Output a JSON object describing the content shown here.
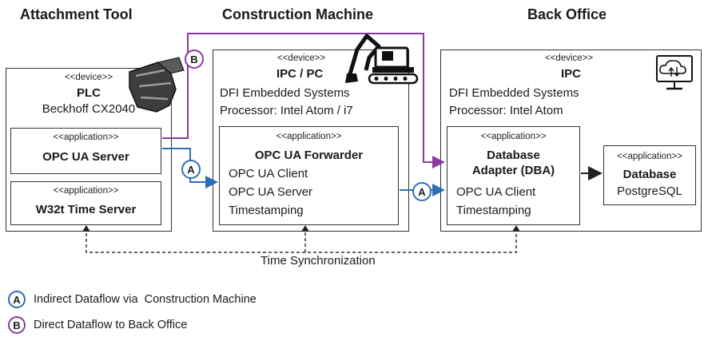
{
  "columns": {
    "attachment": "Attachment Tool",
    "machine": "Construction Machine",
    "office": "Back Office"
  },
  "plc": {
    "stereotype": "<<device>>",
    "name": "PLC",
    "model": "Beckhoff CX2040",
    "opc_server": {
      "stereotype": "<<application>>",
      "name": "OPC UA Server"
    },
    "time_server": {
      "stereotype": "<<application>>",
      "name": "W32t Time Server"
    }
  },
  "ipc_pc": {
    "stereotype": "<<device>>",
    "name": "IPC / PC",
    "vendor": "DFI Embedded Systems",
    "processor": "Processor: Intel Atom / i7",
    "forwarder": {
      "stereotype": "<<application>>",
      "name": "OPC UA Forwarder",
      "lines": [
        "OPC UA Client",
        "OPC UA Server",
        "Timestamping"
      ]
    }
  },
  "ipc": {
    "stereotype": "<<device>>",
    "name": "IPC",
    "vendor": "DFI Embedded Systems",
    "processor": "Processor: Intel Atom",
    "dba": {
      "stereotype": "<<application>>",
      "name_line1": "Database",
      "name_line2": "Adapter (DBA)",
      "lines": [
        "OPC UA Client",
        "Timestamping"
      ]
    },
    "database": {
      "stereotype": "<<application>>",
      "name": "Database",
      "product": "PostgreSQL"
    }
  },
  "sync_label": "Time Synchronization",
  "badges": {
    "a": "A",
    "b": "B"
  },
  "legend": [
    {
      "badge": "A",
      "text": "Indirect Dataflow via  Construction Machine",
      "color": "#2e6fb3"
    },
    {
      "badge": "B",
      "text": "Direct Dataflow to Back Office",
      "color": "#8a3aa0"
    }
  ],
  "colors": {
    "flow_a": "#2e6fb3",
    "flow_b": "#8a3aa0",
    "line": "#333333"
  }
}
